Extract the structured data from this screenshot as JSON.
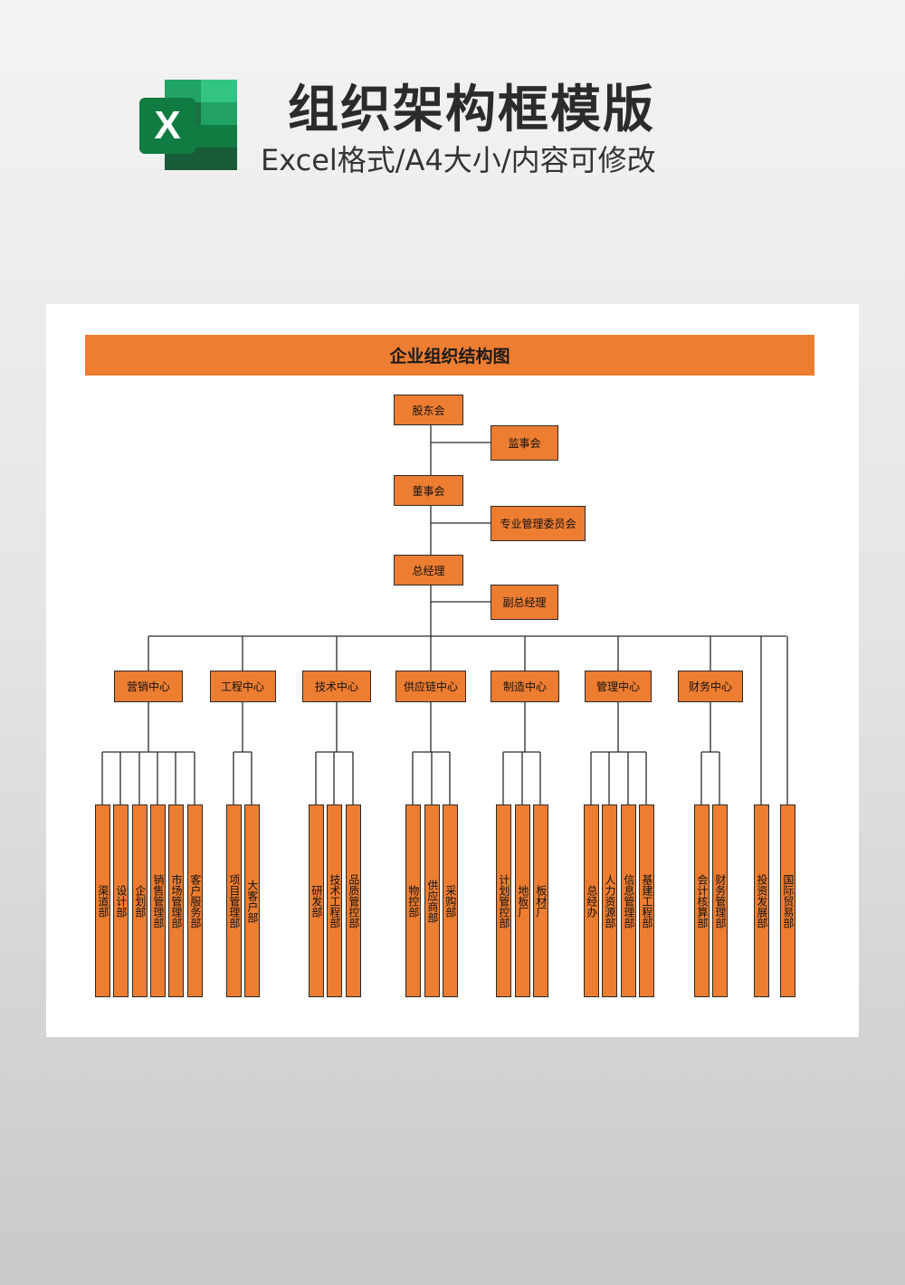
{
  "header": {
    "title": "组织架构框模版",
    "subtitle": "Excel格式/A4大小/内容可修改",
    "logo_letter": "X"
  },
  "chart_title": "企业组织结构图",
  "colors": {
    "node_fill": "#ed7d31",
    "border": "#2a2a2a",
    "excel_green": "#1d6f42"
  },
  "nodes": {
    "shareholders": "股东会",
    "supervisors": "监事会",
    "board": "董事会",
    "committee": "专业管理委员会",
    "gm": "总经理",
    "vgm": "副总经理"
  },
  "centers": [
    {
      "name": "营销中心",
      "depts": [
        "渠道部",
        "设计部",
        "企划部",
        "销售管理部",
        "市场管理部",
        "客户服务部"
      ]
    },
    {
      "name": "工程中心",
      "depts": [
        "项目管理部",
        "大客户部"
      ]
    },
    {
      "name": "技术中心",
      "depts": [
        "研发部",
        "技术工程部",
        "品质管控部"
      ]
    },
    {
      "name": "供应链中心",
      "depts": [
        "物控部",
        "供应商部",
        "采购部"
      ]
    },
    {
      "name": "制造中心",
      "depts": [
        "计划管控部",
        "地板厂",
        "板材厂"
      ]
    },
    {
      "name": "管理中心",
      "depts": [
        "总经办",
        "人力资源部",
        "信息管理部",
        "基建工程部"
      ]
    },
    {
      "name": "财务中心",
      "depts": [
        "会计核算部",
        "财务管理部"
      ]
    }
  ],
  "direct_depts": [
    "投资发展部",
    "国际贸易部"
  ]
}
